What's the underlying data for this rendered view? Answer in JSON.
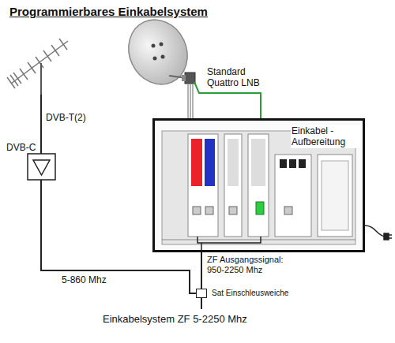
{
  "diagram": {
    "title": "Programmierbares Einkabelsystem",
    "nodes": [
      {
        "text": [
          "Einkabel - Aufbereitung"
        ]
      },
      {
        "text": [
          "Sat Einschleusweiche"
        ]
      }
    ],
    "edges": [
      {
        "from": 0,
        "to": 1,
        "arrow": "none",
        "label": "ZF Ausgangssignal: 950-2250 Mhz"
      }
    ],
    "labels": [
      "Standard Quattro LNB",
      "DVB-T(2)",
      "DVB-C",
      "5-860 Mhz",
      "Einkabelsystem ZF 5-2250 Mhz"
    ]
  }
}
